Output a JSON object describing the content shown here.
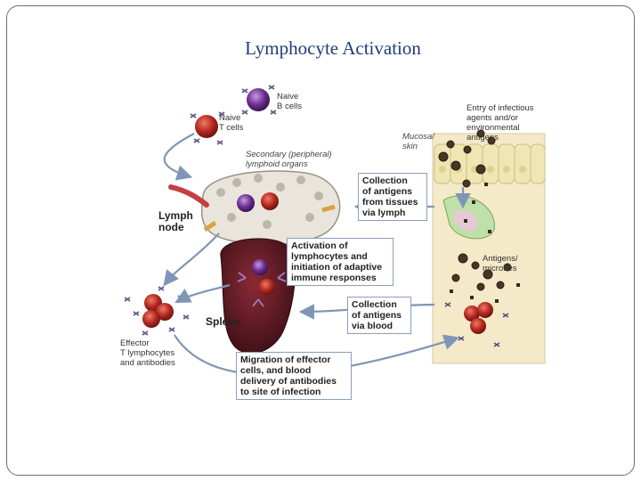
{
  "title": "Lymphocyte Activation",
  "labels": {
    "naive_b": "Naive\nB cells",
    "naive_t": "Naive\nT cells",
    "secondary": "Secondary (peripheral)\nlymphoid organs",
    "mucosa": "Mucosa/\nskin",
    "entry": "Entry of infectious\nagents and/or\nenvironmental\nantigens",
    "lymph_node": "Lymph\nnode",
    "spleen": "Spleen",
    "antigens": "Antigens/\nmicrobes",
    "effector": "Effector\nT lymphocytes\nand antibodies"
  },
  "boxes": {
    "collection_lymph": "Collection\nof antigens\nfrom tissues\nvia lymph",
    "activation": "Activation of\nlymphocytes and\ninitiation of adaptive\nimmune responses",
    "collection_blood": "Collection\nof antigens\nvia blood",
    "migration": "Migration of effector\ncells, and blood\ndelivery of antibodies\nto site of infection"
  },
  "colors": {
    "title": "#1f3d7a",
    "t_cell": "#b3261e",
    "b_cell": "#6a2c8f",
    "arrow": "#7f96b8",
    "spleen": "#5a1a22",
    "tissue": "#f4e9c8"
  }
}
